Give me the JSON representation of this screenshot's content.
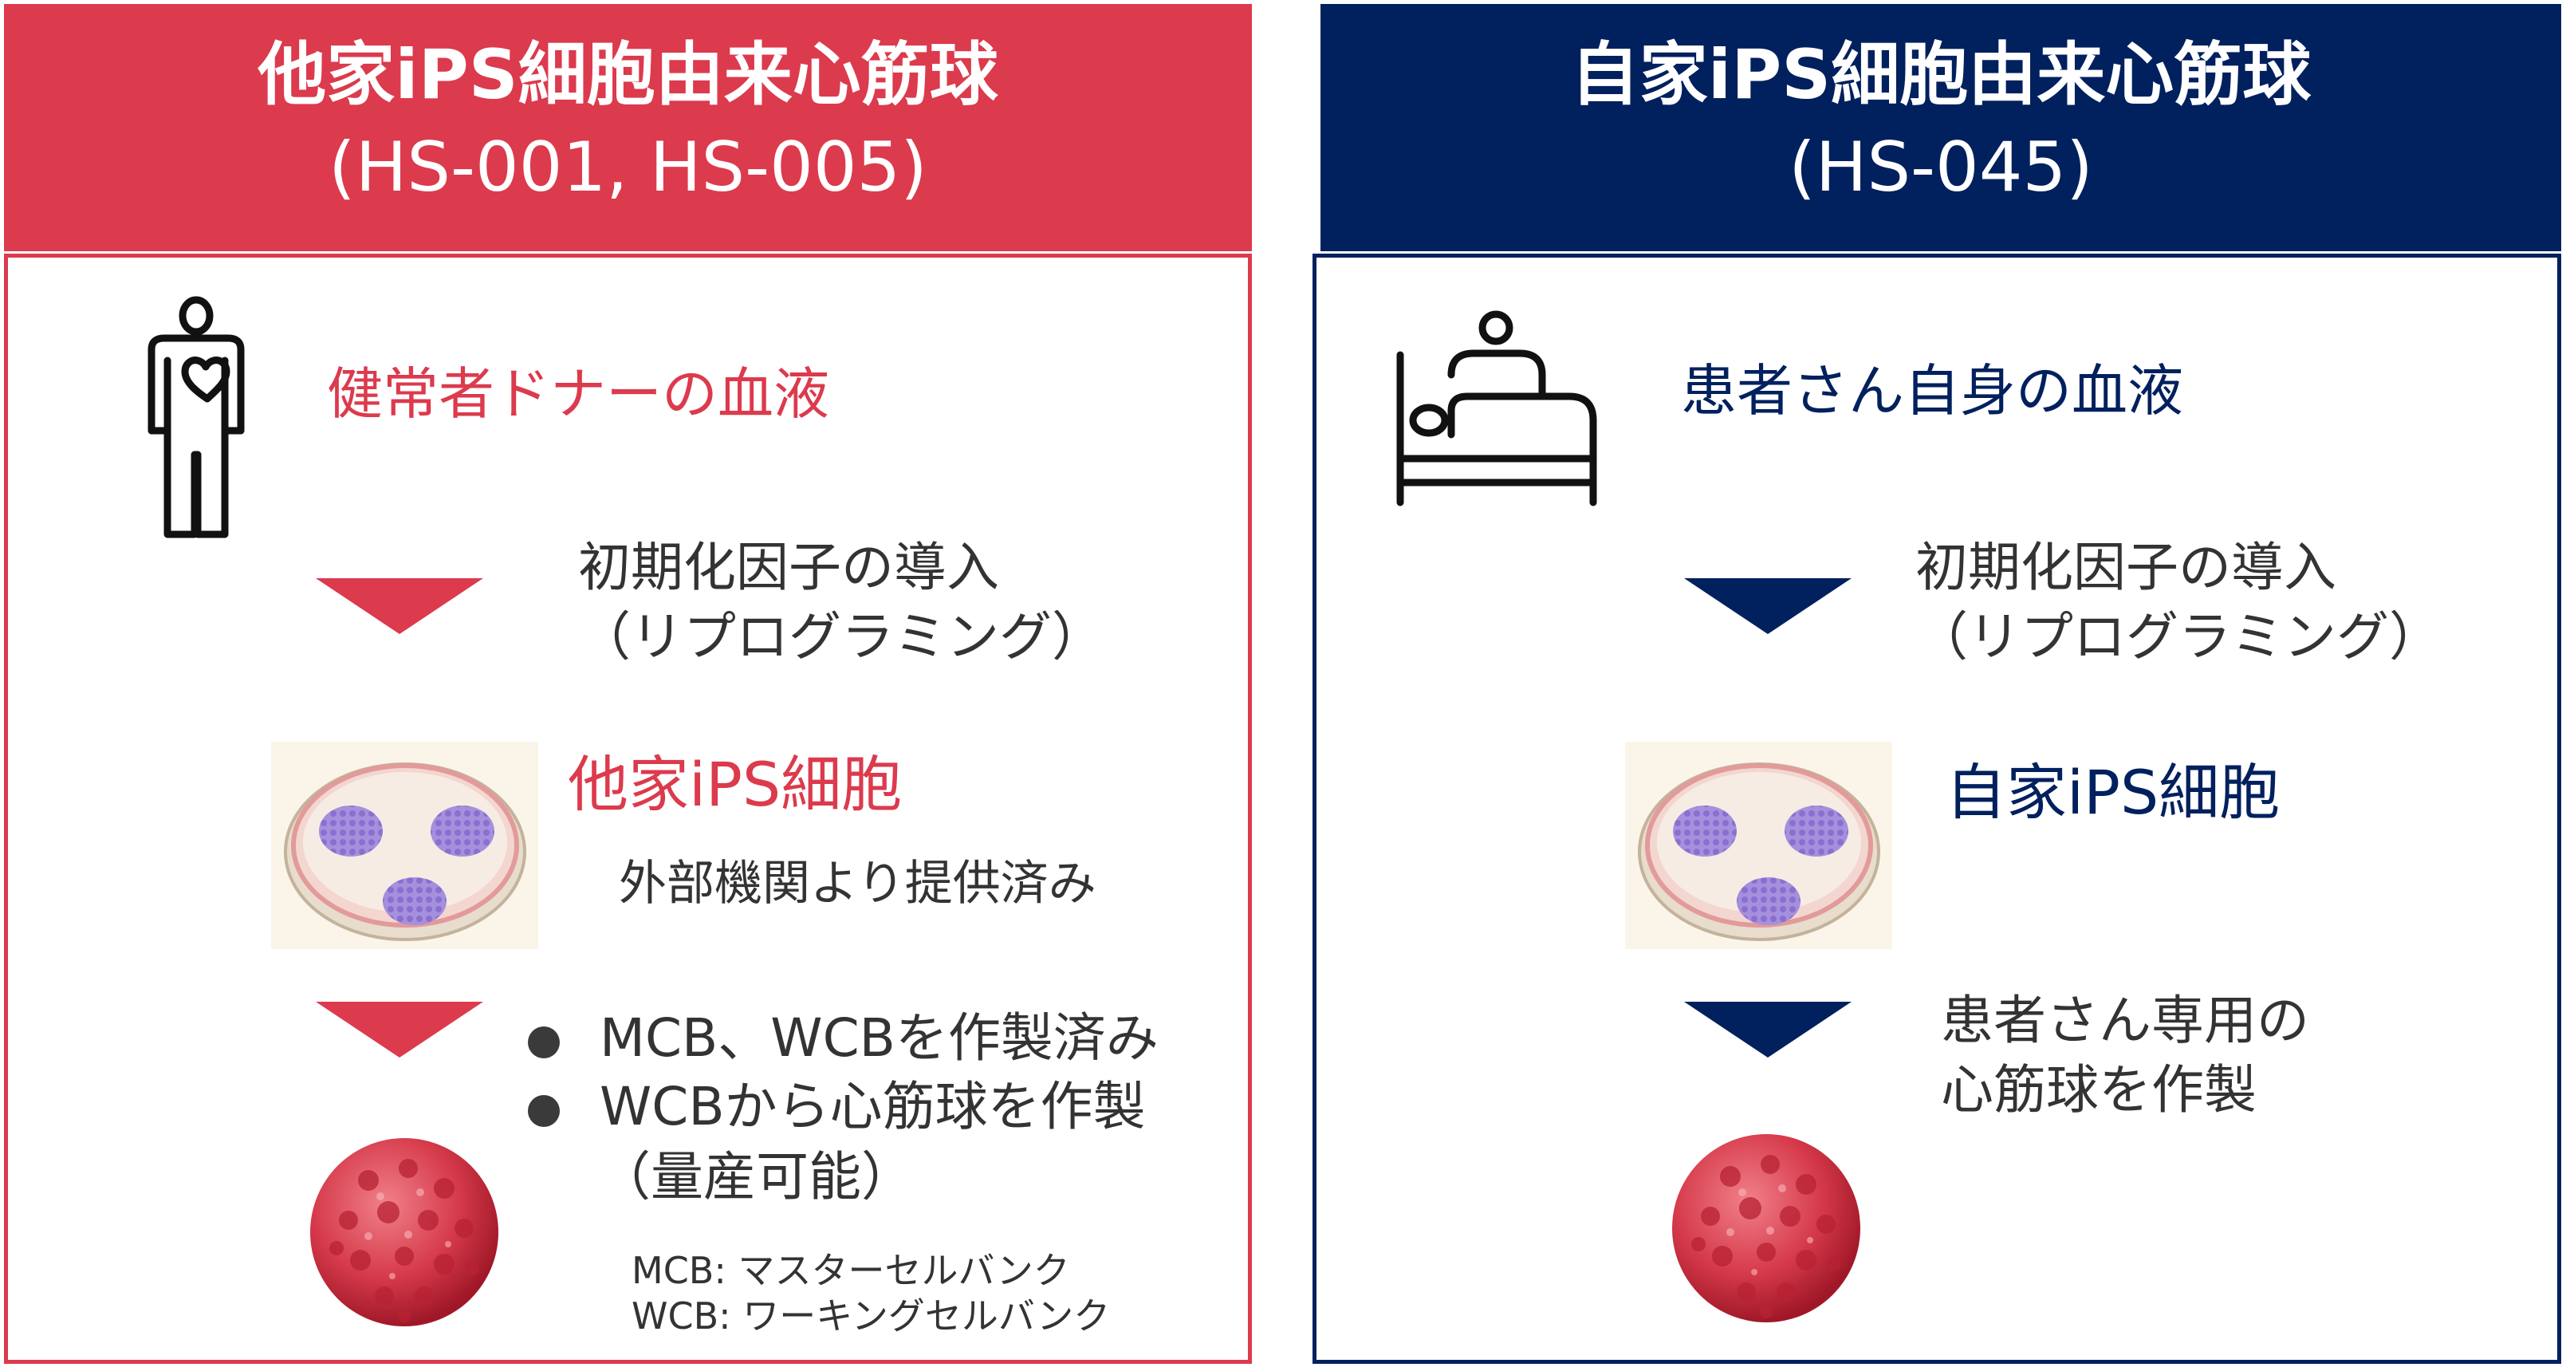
{
  "colors": {
    "red": "#dc3a4d",
    "navy": "#00205e",
    "text": "#333333"
  },
  "left": {
    "title": "他家iPS細胞由来心筋球",
    "subtitle": "(HS-001, HS-005)",
    "source": "健常者ドナーの血液",
    "step1_line1": "初期化因子の導入",
    "step1_line2": "（リプログラミング）",
    "cell_label": "他家iPS細胞",
    "cell_note": "外部機関より提供済み",
    "bullet1": "MCB、WCBを作製済み",
    "bullet2": "WCBから心筋球を作製",
    "bullet2_sub": "（量産可能）",
    "footnote1": "MCB: マスターセルバンク",
    "footnote2": "WCB: ワーキングセルバンク",
    "source_icon": "healthy-donor-person-icon"
  },
  "right": {
    "title": "自家iPS細胞由来心筋球",
    "subtitle": "(HS-045)",
    "source": "患者さん自身の血液",
    "step1_line1": "初期化因子の導入",
    "step1_line2": "（リプログラミング）",
    "cell_label": "自家iPS細胞",
    "step2_line1": "患者さん専用の",
    "step2_line2": "心筋球を作製",
    "source_icon": "patient-in-bed-icon"
  }
}
